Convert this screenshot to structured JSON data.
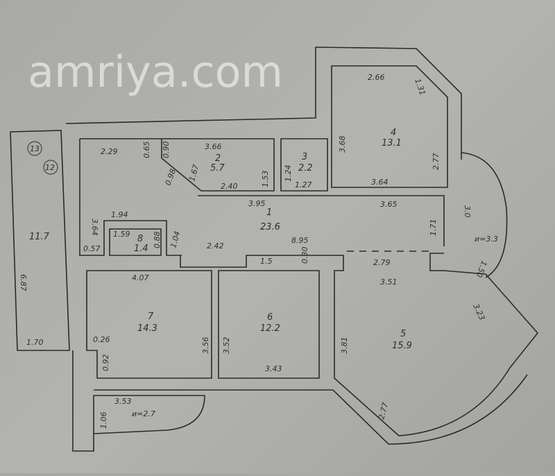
{
  "rooms": [
    {
      "number": "1",
      "area": "23.6"
    },
    {
      "number": "2",
      "area": "5.7"
    },
    {
      "number": "3",
      "area": "2.2"
    },
    {
      "number": "4",
      "area": "13.1"
    },
    {
      "number": "5",
      "area": "15.9"
    },
    {
      "number": "6",
      "area": "12.2"
    },
    {
      "number": "7",
      "area": "14.3"
    },
    {
      "number": "8",
      "area": "1.4"
    }
  ],
  "balconies": [
    {
      "area": "11.7"
    },
    {
      "area": "и=3.3"
    },
    {
      "area": "и=2.7"
    }
  ],
  "markers": [
    "13",
    "12"
  ],
  "dimensions": {
    "d229": "2.29",
    "d065": "0.65",
    "d366": "3.66",
    "d090": "0.90",
    "d167": "1.67",
    "d098": "0.98",
    "d240": "2.40",
    "d153": "1.53",
    "d124": "1.24",
    "d127": "1.27",
    "d368": "3.68",
    "d266": "2.66",
    "d131": "1.31",
    "d277": "2.77",
    "d364": "3.64",
    "d395": "3.95",
    "d365": "3.65",
    "d171": "1.71",
    "d30": "3.0",
    "d364b": "3.64",
    "d194": "1.94",
    "d159": "1.59",
    "d088": "0.88",
    "d057": "0.57",
    "d104": "1.04",
    "d242": "2.42",
    "d895": "8.95",
    "d15": "1.5",
    "d030": "0.30",
    "d279": "2.79",
    "d351": "3.51",
    "d150": "1.50",
    "d323": "3.23",
    "d407": "4.07",
    "d026": "0.26",
    "d092": "0.92",
    "d356": "3.56",
    "d352": "3.52",
    "d343": "3.43",
    "d381": "3.81",
    "d277b": "2.77",
    "d353": "3.53",
    "d106": "1.06",
    "d687": "6.87",
    "d170": "1.70"
  },
  "watermark": "amriya.com"
}
